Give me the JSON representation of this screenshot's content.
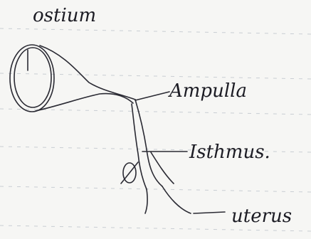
{
  "labels": {
    "ostium": "ostium",
    "ampulla": "Ampulla",
    "isthmus": "Isthmus.",
    "uterus": "uterus"
  }
}
